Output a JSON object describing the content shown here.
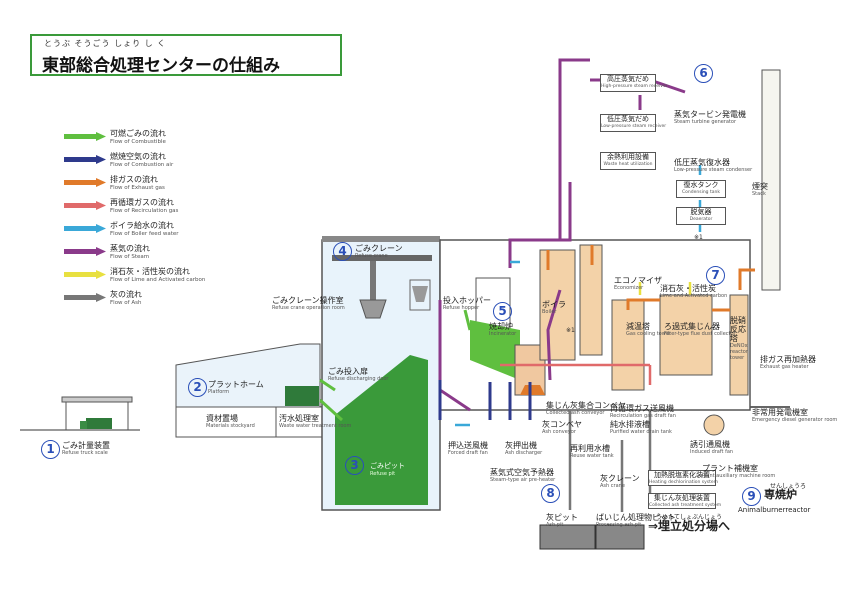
{
  "title": {
    "ruby": "とうぶ そうごう しょり し く",
    "text": "東部総合処理センターの仕組み"
  },
  "legend": [
    {
      "jp": "可燃ごみの流れ",
      "en": "Flow of Combustible",
      "color": "#5fbf3f"
    },
    {
      "jp": "燃焼空気の流れ",
      "en": "Flow of Combustion air",
      "color": "#2e3a8c"
    },
    {
      "jp": "排ガスの流れ",
      "en": "Flow of Exhaust gas",
      "color": "#e07a2a"
    },
    {
      "jp": "再循環ガスの流れ",
      "en": "Flow of Recirculation gas",
      "color": "#e06a6a"
    },
    {
      "jp": "ボイラ給水の流れ",
      "en": "Flow of Boiler feed water",
      "color": "#3aa8d8"
    },
    {
      "jp": "蒸気の流れ",
      "en": "Flow of Steam",
      "color": "#8a3a8a"
    },
    {
      "jp": "消石灰・活性炭の流れ",
      "en": "Flow of Lime and Activated carbon",
      "color": "#e8e040"
    },
    {
      "jp": "灰の流れ",
      "en": "Flow of Ash",
      "color": "#777777"
    }
  ],
  "nums": {
    "n1": "1",
    "n2": "2",
    "n3": "3",
    "n4": "4",
    "n5": "5",
    "n6": "6",
    "n7": "7",
    "n8": "8",
    "n9": "9"
  },
  "labels": {
    "scale": {
      "jp": "ごみ計量装置",
      "en": "Refuse truck scale"
    },
    "platform": {
      "jp": "プラットホーム",
      "en": "Platform"
    },
    "pit_jp": "ごみピット",
    "pit_en": "Refuse pit",
    "crane": {
      "jp": "ごみクレーン",
      "en": "Refuse crane"
    },
    "crane_room": {
      "jp": "ごみクレーン操作室",
      "en": "Refuse crane operation room"
    },
    "door": {
      "jp": "ごみ投入扉",
      "en": "Refuse discharging door"
    },
    "materials": {
      "jp": "資材置場",
      "en": "Materials stockyard"
    },
    "wastewater": {
      "jp": "汚水処理室",
      "en": "Waste water treatment room"
    },
    "hopper": {
      "jp": "投入ホッパー",
      "en": "Refuse hopper"
    },
    "incinerator": {
      "jp": "焼却炉",
      "en": "Incinerator"
    },
    "boiler": {
      "jp": "ボイラ",
      "en": "Boiler"
    },
    "hp_receiver": {
      "jp": "高圧蒸気だめ",
      "en": "High-pressure steam receiver"
    },
    "lp_receiver": {
      "jp": "低圧蒸気だめ",
      "en": "Low-pressure steam receiver"
    },
    "waste_heat": {
      "jp": "余熱利用設備",
      "en": "Waste heat utilization"
    },
    "turbine": {
      "jp": "蒸気タービン発電機",
      "en": "Steam turbine generator"
    },
    "condenser": {
      "jp": "低圧蒸気復水器",
      "en": "Low-pressure steam condenser"
    },
    "cond_tank": {
      "jp": "復水タンク",
      "en": "Condensing tank"
    },
    "deaerator": {
      "jp": "脱気器",
      "en": "Deaerator"
    },
    "stack": {
      "jp": "煙突",
      "en": "Stack"
    },
    "mark1": "※1",
    "economizer": {
      "jp": "エコノマイザ",
      "en": "Economizer"
    },
    "lime": {
      "jp": "消石灰・活性炭",
      "en": "Lime and Activated carbon"
    },
    "cooling": {
      "jp": "減温塔",
      "en": "Gas cooling tower"
    },
    "filter": {
      "jp": "ろ過式集じん器",
      "en": "Filter-type flue dust collector"
    },
    "denox": {
      "jp": "脱硝反応塔",
      "en": "DeNOx reactor tower"
    },
    "exh_heater": {
      "jp": "排ガス再加熱器",
      "en": "Exhaust gas heater"
    },
    "emergency": {
      "jp": "非常用発電機室",
      "en": "Emergency diesel generator room"
    },
    "collected_ash": {
      "jp": "集じん灰集合コンベヤ",
      "en": "Collected ash conveyor"
    },
    "recirc_fan": {
      "jp": "再循環ガス送風機",
      "en": "Recirculation gas draft fan"
    },
    "pure_water": {
      "jp": "純水排液槽",
      "en": "Purified water drain tank"
    },
    "ash_conveyor": {
      "jp": "灰コンベヤ",
      "en": "Ash conveyor"
    },
    "reuse_water": {
      "jp": "再利用水槽",
      "en": "Reuse water tank"
    },
    "induced_fan": {
      "jp": "誘引通風機",
      "en": "Induced draft fan"
    },
    "forced_fan": {
      "jp": "押込送風機",
      "en": "Forced draft fan"
    },
    "ash_discharger": {
      "jp": "灰押出機",
      "en": "Ash discharger"
    },
    "air_preheater": {
      "jp": "蒸気式空気予熱器",
      "en": "Steam-type air pre-heater"
    },
    "ash_crane": {
      "jp": "灰クレーン",
      "en": "Ash crane"
    },
    "dechlor": {
      "jp": "加熱脱塩素化装置",
      "en": "Heating dechlorination system"
    },
    "ash_treatment": {
      "jp": "集じん灰処理装置",
      "en": "Collected ash treatment system"
    },
    "aux_room": {
      "jp": "プラント補機室",
      "en": "Plant auxiliary machine room"
    },
    "ash_pit": {
      "jp": "灰ピット",
      "en": "Ash pit"
    },
    "processed_pit": {
      "jp": "ばいじん処理物ピット",
      "en": "Processing ash pit"
    },
    "landfill_ruby": "うめたてしょぶんじょう",
    "landfill": "⇒埋立処分場へ",
    "animal_ruby": "せんしょうろ",
    "animal": "専焼炉",
    "animal_en": "Animalburnerreactor"
  }
}
